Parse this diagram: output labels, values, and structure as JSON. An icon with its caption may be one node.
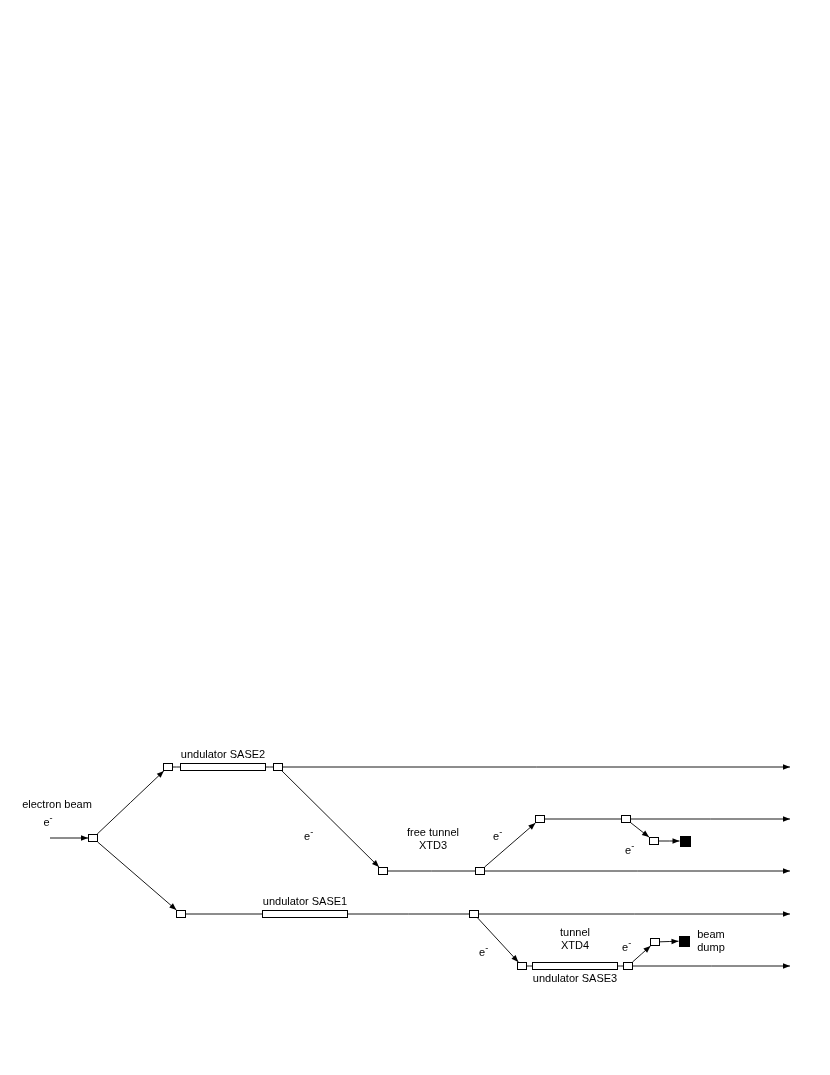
{
  "diagram": {
    "nodes": [
      {
        "text": [],
        "shape": "box"
      },
      {
        "text": [],
        "shape": "box"
      },
      {
        "text": [
          "undulator SASE2"
        ]
      },
      {
        "text": [],
        "shape": "box"
      },
      {
        "text": [],
        "shape": "box"
      },
      {
        "text": [
          "undulator SASE1"
        ]
      },
      {
        "text": [],
        "shape": "box"
      },
      {
        "text": [],
        "shape": "box"
      },
      {
        "text": [],
        "shape": "box"
      },
      {
        "text": [],
        "shape": "box"
      },
      {
        "text": [
          "undulator SASE3"
        ]
      },
      {
        "text": [],
        "shape": "box"
      },
      {
        "text": [],
        "shape": "box"
      },
      {
        "text": [],
        "shape": "box"
      },
      {
        "text": [],
        "shape": "box"
      },
      {
        "text": [],
        "shape": "box"
      },
      {
        "text": [],
        "shape": "box",
        "beside": [
          "beam dump"
        ]
      },
      {
        "text": [],
        "shape": "box"
      }
    ],
    "edges": [
      {
        "from": null,
        "to": 0,
        "arrow": "to"
      },
      {
        "from": 0,
        "to": 1,
        "arrow": "to"
      },
      {
        "from": 0,
        "to": 4,
        "arrow": "to"
      },
      {
        "from": 1,
        "to": 2,
        "arrow": "none"
      },
      {
        "from": 2,
        "to": 3,
        "arrow": "none"
      },
      {
        "from": 3,
        "to": null,
        "arrow": "to"
      },
      {
        "from": 3,
        "to": 6,
        "arrow": "to",
        "label": "e$^{-}$"
      },
      {
        "from": 6,
        "to": 7,
        "arrow": "none"
      },
      {
        "from": 7,
        "to": null,
        "arrow": "to"
      },
      {
        "from": 7,
        "to": 11,
        "arrow": "to",
        "label": "e$^{-}$"
      },
      {
        "from": 11,
        "to": 13,
        "arrow": "none"
      },
      {
        "from": 13,
        "to": null,
        "arrow": "to"
      },
      {
        "from": 13,
        "to": 15,
        "arrow": "to",
        "label": "e$^{-}$"
      },
      {
        "from": 15,
        "to": 17,
        "arrow": "to"
      },
      {
        "from": 4,
        "to": 5,
        "arrow": "none"
      },
      {
        "from": 5,
        "to": 8,
        "arrow": "none"
      },
      {
        "from": 8,
        "to": null,
        "arrow": "to"
      },
      {
        "from": 8,
        "to": 9,
        "arrow": "to",
        "label": "e$^{-}$"
      },
      {
        "from": 9,
        "to": 10,
        "arrow": "none"
      },
      {
        "from": 10,
        "to": 12,
        "arrow": "none"
      },
      {
        "from": 12,
        "to": null,
        "arrow": "to"
      },
      {
        "from": 12,
        "to": 14,
        "arrow": "to",
        "label": "e$^{-}$"
      },
      {
        "from": 14,
        "to": 16,
        "arrow": "to"
      }
    ],
    "labels": [
      "electron beam",
      "e$^{-}$",
      "free tunnel XTD3",
      "tunnel XTD4"
    ]
  }
}
